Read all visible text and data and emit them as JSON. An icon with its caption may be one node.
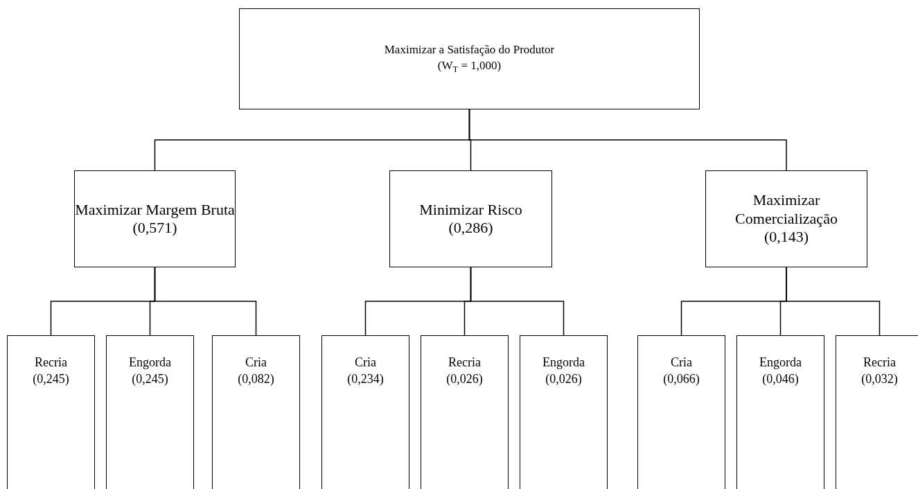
{
  "diagram": {
    "nodes": [
      {
        "text": [
          "Maximizar a Satisfação do Produtor",
          "(W$_{T}$ = 1,000)"
        ]
      },
      {
        "text": [
          "Maximizar Margem Bruta",
          "(0,571)"
        ]
      },
      {
        "text": [
          "Minimizar Risco",
          "(0,286)"
        ]
      },
      {
        "text": [
          "Maximizar Comercialização",
          "(0,143)"
        ]
      },
      {
        "text": [
          "Recria",
          "(0,245)"
        ]
      },
      {
        "text": [
          "Engorda",
          "(0,245)"
        ]
      },
      {
        "text": [
          "Cria",
          "(0,082)"
        ]
      },
      {
        "text": [
          "Cria",
          "(0,234)"
        ]
      },
      {
        "text": [
          "Recria",
          "(0,026)"
        ]
      },
      {
        "text": [
          "Engorda",
          "(0,026)"
        ]
      },
      {
        "text": [
          "Cria",
          "(0,066)"
        ]
      },
      {
        "text": [
          "Engorda",
          "(0,046)"
        ]
      },
      {
        "text": [
          "Recria",
          "(0,032)"
        ]
      }
    ],
    "edges": [
      {
        "from": 0,
        "to": 1,
        "arrow": "none"
      },
      {
        "from": 0,
        "to": 2,
        "arrow": "none"
      },
      {
        "from": 0,
        "to": 3,
        "arrow": "none"
      },
      {
        "from": 1,
        "to": 4,
        "arrow": "none"
      },
      {
        "from": 1,
        "to": 5,
        "arrow": "none"
      },
      {
        "from": 1,
        "to": 6,
        "arrow": "none"
      },
      {
        "from": 2,
        "to": 7,
        "arrow": "none"
      },
      {
        "from": 2,
        "to": 8,
        "arrow": "none"
      },
      {
        "from": 2,
        "to": 9,
        "arrow": "none"
      },
      {
        "from": 3,
        "to": 10,
        "arrow": "none"
      },
      {
        "from": 3,
        "to": 11,
        "arrow": "none"
      },
      {
        "from": 3,
        "to": 12,
        "arrow": "none"
      }
    ]
  }
}
